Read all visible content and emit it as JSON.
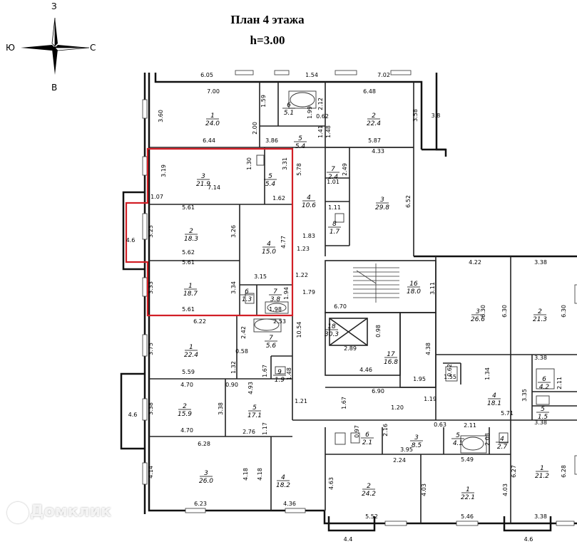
{
  "title": {
    "line1": "План 4 этажа",
    "line2": "h=3.00"
  },
  "compass": {
    "north": "З",
    "south": "В",
    "west": "Ю",
    "east": "С"
  },
  "highlight_color": "#d21f26",
  "watermark": "Домклик",
  "dims": [
    [
      "6.05",
      290,
      108,
      0
    ],
    [
      "1.54",
      437,
      108,
      0
    ],
    [
      "7.02",
      538,
      108,
      0
    ],
    [
      "7.00",
      299,
      131,
      0
    ],
    [
      "6.48",
      518,
      131,
      0
    ],
    [
      "3.60",
      228,
      163,
      -90
    ],
    [
      "1.59",
      372,
      142,
      -90
    ],
    [
      "2.12",
      452,
      146,
      -90
    ],
    [
      "1.99",
      437,
      158,
      -90
    ],
    [
      "0.62",
      452,
      166,
      0
    ],
    [
      "3.58",
      585,
      162,
      -90
    ],
    [
      "3.8",
      611,
      165,
      0
    ],
    [
      "2.00",
      360,
      180,
      -90
    ],
    [
      "1.41",
      452,
      185,
      -90
    ],
    [
      "1.48",
      463,
      185,
      -90
    ],
    [
      "6.44",
      293,
      200,
      0
    ],
    [
      "3.86",
      381,
      200,
      0
    ],
    [
      "5.87",
      525,
      200,
      0
    ],
    [
      "4.33",
      530,
      215,
      0
    ],
    [
      "3.19",
      232,
      240,
      -90
    ],
    [
      "1.30",
      352,
      230,
      -90
    ],
    [
      "3.31",
      402,
      230,
      -90
    ],
    [
      "5.78",
      422,
      238,
      -90
    ],
    [
      "2.49",
      486,
      238,
      -90
    ],
    [
      "7.14",
      300,
      266,
      0
    ],
    [
      "1.01",
      467,
      258,
      0
    ],
    [
      "6.52",
      575,
      283,
      -90
    ],
    [
      "1.07",
      220,
      279,
      0
    ],
    [
      "1.62",
      391,
      281,
      0
    ],
    [
      "5.61",
      264,
      294,
      0
    ],
    [
      "1.11",
      469,
      294,
      0
    ],
    [
      "4.6",
      183,
      340,
      0
    ],
    [
      "3.25",
      214,
      325,
      -90
    ],
    [
      "3.26",
      330,
      325,
      -90
    ],
    [
      "4.77",
      400,
      340,
      -90
    ],
    [
      "1.83",
      433,
      334,
      0
    ],
    [
      "1.23",
      425,
      352,
      0
    ],
    [
      "5.62",
      264,
      357,
      0
    ],
    [
      "5.61",
      264,
      371,
      0
    ],
    [
      "4.22",
      666,
      371,
      0
    ],
    [
      "3.38",
      758,
      371,
      0
    ],
    [
      "1.22",
      423,
      389,
      0
    ],
    [
      "3.15",
      365,
      391,
      0
    ],
    [
      "3.33",
      214,
      404,
      -90
    ],
    [
      "3.34",
      330,
      404,
      -90
    ],
    [
      "1.94",
      404,
      412,
      -90
    ],
    [
      "1.79",
      433,
      413,
      0
    ],
    [
      "3.11",
      609,
      405,
      -90
    ],
    [
      "5.61",
      264,
      437,
      0
    ],
    [
      "1.98",
      386,
      437,
      0
    ],
    [
      "6.70",
      477,
      433,
      0
    ],
    [
      "6.30",
      680,
      437,
      -90
    ],
    [
      "6.30",
      710,
      437,
      -90
    ],
    [
      "6.30",
      793,
      437,
      -90
    ],
    [
      "6.22",
      280,
      454,
      0
    ],
    [
      "2.53",
      392,
      454,
      0
    ],
    [
      "10.54",
      422,
      463,
      -90
    ],
    [
      "2.42",
      344,
      467,
      -90
    ],
    [
      "0.98",
      533,
      465,
      -90
    ],
    [
      "4.38",
      603,
      490,
      -90
    ],
    [
      "3.75",
      214,
      490,
      -90
    ],
    [
      "0.58",
      339,
      496,
      0
    ],
    [
      "2.89",
      491,
      492,
      0
    ],
    [
      "3.38",
      758,
      505,
      0
    ],
    [
      "5.59",
      264,
      525,
      0
    ],
    [
      "1.32",
      330,
      516,
      -90
    ],
    [
      "1.67",
      374,
      521,
      -90
    ],
    [
      "1.48",
      408,
      525,
      -90
    ],
    [
      "4.46",
      513,
      522,
      0
    ],
    [
      "0.62",
      633,
      520,
      -90
    ],
    [
      "1.34",
      686,
      525,
      -90
    ],
    [
      "2.11",
      787,
      538,
      -90
    ],
    [
      "4.70",
      262,
      543,
      0
    ],
    [
      "0.90",
      325,
      543,
      0
    ],
    [
      "4.93",
      354,
      545,
      -90
    ],
    [
      "1.95",
      588,
      535,
      0
    ],
    [
      "1.55",
      631,
      532,
      0
    ],
    [
      "6.90",
      530,
      552,
      0
    ],
    [
      "3.35",
      738,
      555,
      -90
    ],
    [
      "4.6",
      186,
      585,
      0
    ],
    [
      "3.38",
      214,
      574,
      -90
    ],
    [
      "3.38",
      312,
      574,
      -90
    ],
    [
      "1.21",
      422,
      566,
      0
    ],
    [
      "1.67",
      485,
      566,
      -90
    ],
    [
      "1.19",
      603,
      563,
      0
    ],
    [
      "1.20",
      557,
      575,
      0
    ],
    [
      "5.71",
      711,
      583,
      0
    ],
    [
      "3.38",
      758,
      596,
      0
    ],
    [
      "0.63",
      617,
      599,
      0
    ],
    [
      "4.70",
      262,
      607,
      0
    ],
    [
      "2.76",
      349,
      609,
      0
    ],
    [
      "1.17",
      374,
      602,
      -90
    ],
    [
      "0.97",
      503,
      606,
      -90
    ],
    [
      "2.16",
      543,
      604,
      -90
    ],
    [
      "2.11",
      659,
      600,
      0
    ],
    [
      "2.08",
      686,
      617,
      -90
    ],
    [
      "6.28",
      286,
      626,
      0
    ],
    [
      "3.95",
      570,
      634,
      0
    ],
    [
      "2.24",
      560,
      649,
      0
    ],
    [
      "5.49",
      655,
      648,
      0
    ],
    [
      "4.14",
      214,
      663,
      -90
    ],
    [
      "4.18",
      347,
      666,
      -90
    ],
    [
      "4.18",
      367,
      666,
      -90
    ],
    [
      "4.63",
      467,
      679,
      -90
    ],
    [
      "4.03",
      597,
      688,
      -90
    ],
    [
      "4.03",
      711,
      688,
      -90
    ],
    [
      "6.27",
      723,
      662,
      -90
    ],
    [
      "6.28",
      793,
      662,
      -90
    ],
    [
      "6.23",
      281,
      710,
      0
    ],
    [
      "4.36",
      406,
      710,
      0
    ],
    [
      "5.52",
      521,
      728,
      0
    ],
    [
      "5.46",
      655,
      728,
      0
    ],
    [
      "3.38",
      758,
      728,
      0
    ],
    [
      "4.4",
      488,
      760,
      0
    ],
    [
      "4.6",
      741,
      760,
      0
    ]
  ],
  "rooms": [
    [
      "1",
      "24.0",
      298,
      165
    ],
    [
      "6",
      "5.1",
      405,
      150
    ],
    [
      "2",
      "22.4",
      524,
      165
    ],
    [
      "5",
      "5.4",
      421,
      197
    ],
    [
      "3",
      "21.9",
      285,
      250
    ],
    [
      "5",
      "5.4",
      379,
      250
    ],
    [
      "7",
      "2.4",
      467,
      240
    ],
    [
      "4",
      "10.6",
      433,
      280
    ],
    [
      "3",
      "29.8",
      536,
      283
    ],
    [
      "2",
      "18.3",
      268,
      327
    ],
    [
      "8",
      "1.7",
      469,
      317
    ],
    [
      "4",
      "15.0",
      377,
      345
    ],
    [
      "1",
      "18.7",
      267,
      404
    ],
    [
      "6",
      "1.3",
      346,
      412
    ],
    [
      "7",
      "3.8",
      386,
      412
    ],
    [
      "16",
      "18.0",
      580,
      401
    ],
    [
      "3",
      "26.6",
      670,
      440
    ],
    [
      "2",
      "21.3",
      757,
      440
    ],
    [
      "18",
      "30.3",
      465,
      461
    ],
    [
      "7",
      "5.6",
      380,
      477
    ],
    [
      "1",
      "22.4",
      268,
      490
    ],
    [
      "17",
      "16.8",
      548,
      500
    ],
    [
      "9",
      "1.9",
      392,
      525
    ],
    [
      "6",
      "4.2",
      763,
      535
    ],
    [
      "2",
      "15.9",
      259,
      573
    ],
    [
      "5",
      "17.1",
      357,
      575
    ],
    [
      "4",
      "18.1",
      693,
      558
    ],
    [
      "5",
      "1.5",
      761,
      577
    ],
    [
      "6",
      "2.1",
      515,
      613
    ],
    [
      "3",
      "8.5",
      584,
      617
    ],
    [
      "5",
      "4.1",
      642,
      614
    ],
    [
      "4",
      "2.7",
      704,
      619
    ],
    [
      "3",
      "26.0",
      289,
      667
    ],
    [
      "4",
      "18.2",
      397,
      673
    ],
    [
      "2",
      "24.2",
      517,
      685
    ],
    [
      "1",
      "22.1",
      656,
      690
    ],
    [
      "1",
      "21.2",
      760,
      660
    ]
  ]
}
